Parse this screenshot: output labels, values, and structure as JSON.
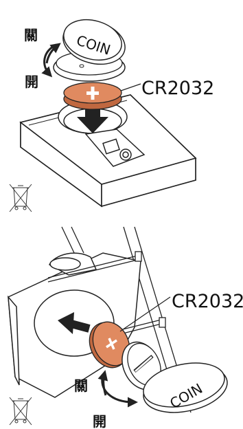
{
  "top_panel": {
    "close_label": "關",
    "open_label": "開",
    "cover_text": "COIN",
    "battery_label": "CR2032",
    "battery_sign": "+"
  },
  "bottom_panel": {
    "close_label": "關",
    "open_label": "開",
    "cover_text": "COIN",
    "battery_label": "CR2032",
    "battery_sign": "+"
  },
  "colors": {
    "battery": "#e08a60",
    "battery_dark": "#c06840",
    "line": "#222222",
    "paper": "#ffffff"
  },
  "icons": [
    "weee-bin-icon",
    "weee-bin-icon"
  ]
}
